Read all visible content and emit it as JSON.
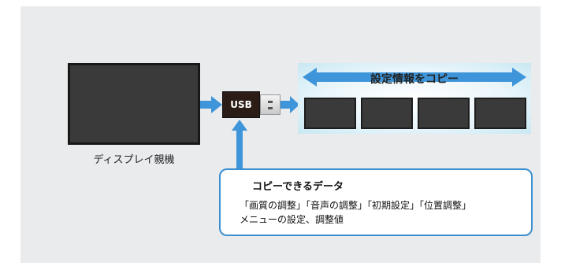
{
  "monitor": {
    "label": "ディスプレイ親機"
  },
  "usb": {
    "label": "USB"
  },
  "copy": {
    "title": "設定情報をコピー",
    "panel_count": 4
  },
  "callout": {
    "title": "コピーできるデータ",
    "line1": "「画質の調整」「音声の調整」「初期設定」「位置調整」",
    "line2": "メニューの設定、調整値"
  },
  "colors": {
    "background": "#e9ebed",
    "arrow_blue": "#3f95d9",
    "callout_border": "#3c8fd0",
    "usb_body": "#2b1d16",
    "screen": "#3a3a3a"
  }
}
